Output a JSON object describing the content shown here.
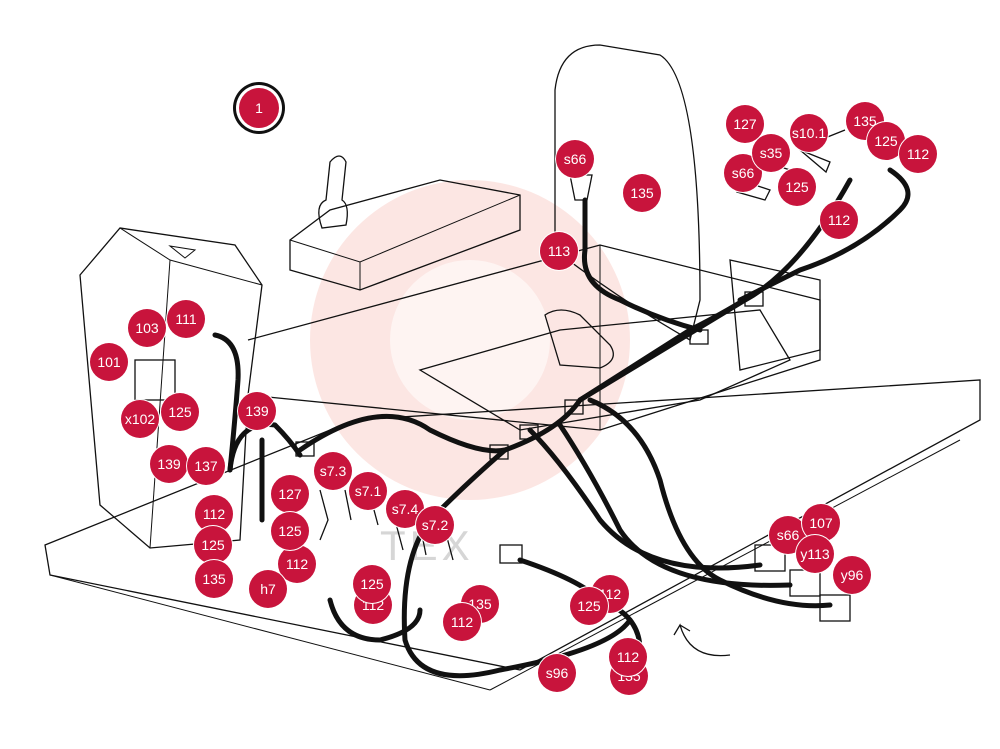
{
  "diagram": {
    "main_marker": "1",
    "callouts": [
      "103",
      "111",
      "101",
      "125",
      "x102",
      "139",
      "139",
      "137",
      "127",
      "s7.3",
      "s7.1",
      "s7.4",
      "s7.2",
      "112",
      "125",
      "112",
      "135",
      "h7",
      "125",
      "112",
      "135",
      "112",
      "125",
      "112",
      "s66",
      "107",
      "y113",
      "y96",
      "s96",
      "135",
      "125",
      "112",
      "113",
      "s66",
      "135",
      "127",
      "s10.1",
      "135",
      "125",
      "112",
      "s66",
      "125",
      "112",
      "s35"
    ],
    "watermark": "TEX",
    "colors": {
      "callout_fill": "#c8143c",
      "callout_text": "#ffffff",
      "line": "#111111",
      "watermark": "#e8402a"
    }
  }
}
